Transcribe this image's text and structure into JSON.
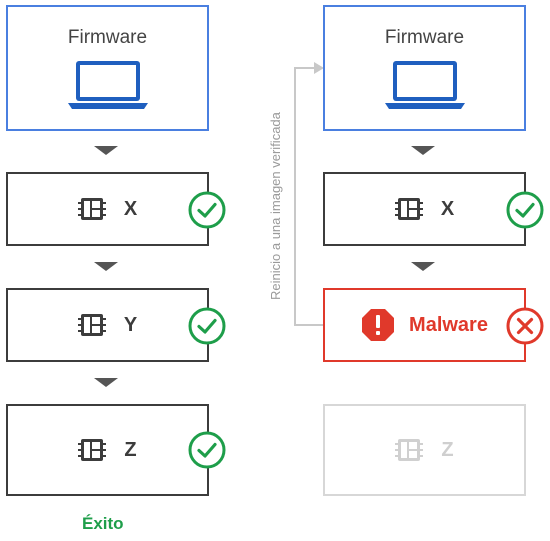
{
  "left_column": {
    "firmware_label": "Firmware",
    "stages": [
      {
        "label": "X",
        "status": "ok"
      },
      {
        "label": "Y",
        "status": "ok"
      },
      {
        "label": "Z",
        "status": "ok"
      }
    ],
    "result_label": "Éxito"
  },
  "right_column": {
    "firmware_label": "Firmware",
    "stages": [
      {
        "label": "X",
        "status": "ok"
      },
      {
        "label": "Malware",
        "status": "error"
      },
      {
        "label": "Z",
        "status": "disabled"
      }
    ]
  },
  "reboot_label": "Reinicio a una imagen verificada",
  "colors": {
    "firmware_border": "#4a7fe0",
    "ok": "#1e9e4a",
    "error": "#e0392b",
    "disabled": "#d7d7d7"
  }
}
